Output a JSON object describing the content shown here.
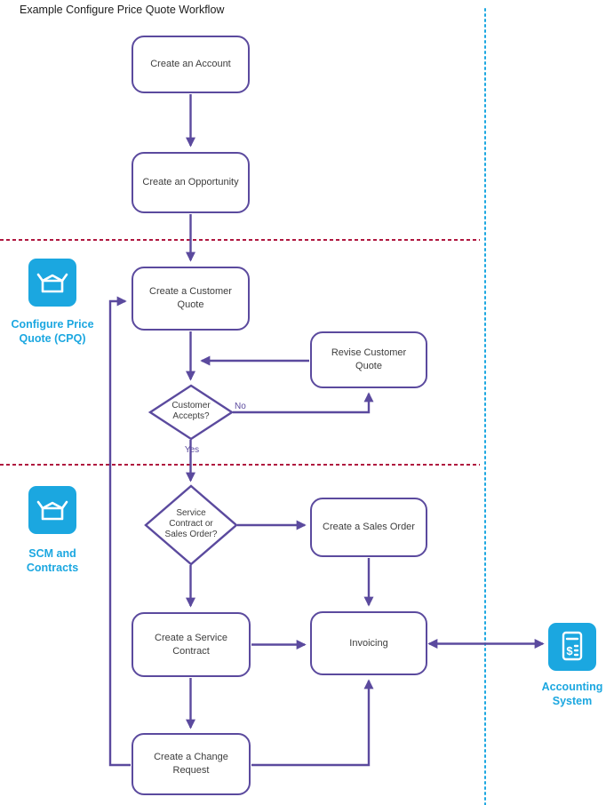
{
  "title": "Example Configure Price Quote Workflow",
  "nodes": {
    "create_account": "Create an Account",
    "create_opportunity": "Create an Opportunity",
    "create_customer_quote": "Create a Customer Quote",
    "revise_customer_quote": "Revise Customer Quote",
    "create_sales_order": "Create a Sales Order",
    "create_service_contract": "Create a Service Contract",
    "invoicing": "Invoicing",
    "create_change_request": "Create a Change Request"
  },
  "decisions": {
    "customer_accepts": "Customer Accepts?",
    "service_or_sales": "Service Contract or Sales Order?"
  },
  "edge_labels": {
    "no": "No",
    "yes": "Yes"
  },
  "lanes": {
    "cpq": "Configure Price Quote (CPQ)",
    "scm": "SCM and Contracts",
    "accounting": "Accounting System"
  },
  "colors": {
    "flow_purple": "#5b4a9e",
    "lane_blue": "#1ba7e0",
    "separator_red": "#b01840",
    "node_text": "#3d3d3d"
  }
}
